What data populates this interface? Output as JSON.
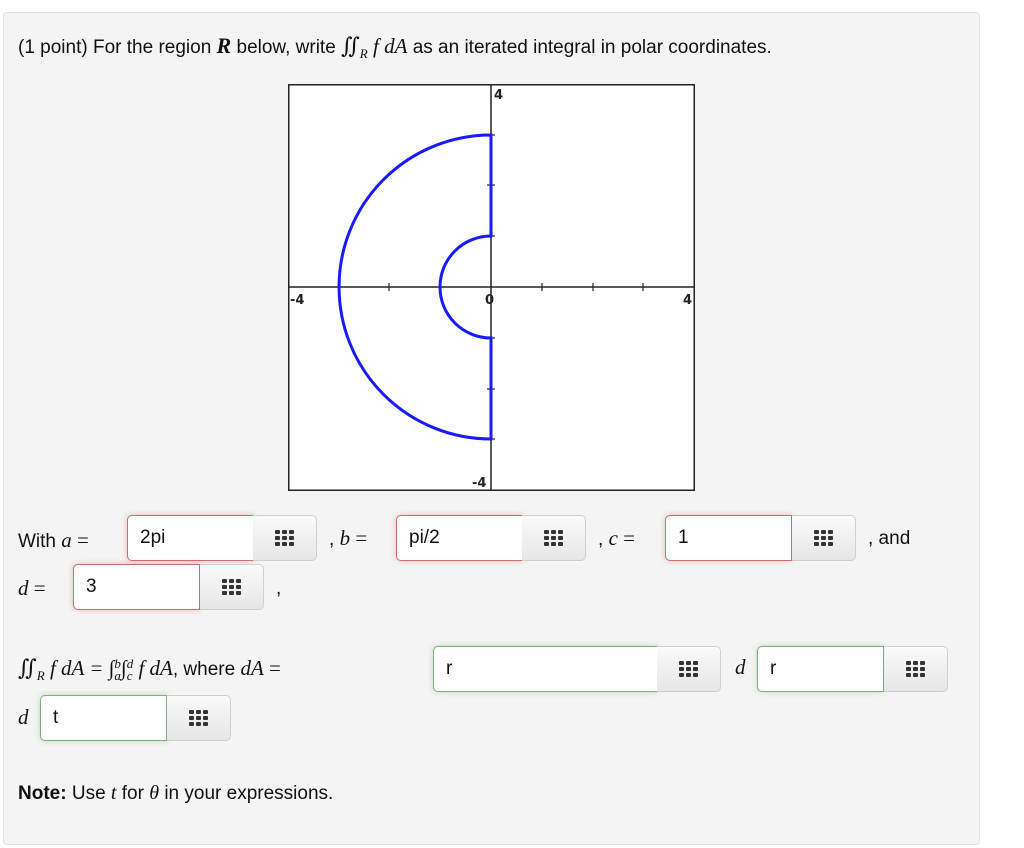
{
  "problem": {
    "prompt_prefix": "(1 point) For the region ",
    "prompt_region": "R",
    "prompt_mid": " below, write ",
    "prompt_integral": "∬",
    "prompt_integral_sub": "R",
    "prompt_integrand": " f dA",
    "prompt_suffix": " as an iterated integral in polar coordinates."
  },
  "graph": {
    "x_min_label": "-4",
    "x_max_label": "4",
    "y_max_label": "4",
    "y_min_label": "-4",
    "origin_label": "0",
    "region_color": "#1a1aff",
    "inner_radius": 1,
    "outer_radius": 3,
    "theta_start": "pi/2",
    "theta_end": "3pi/2"
  },
  "row1": {
    "with_label": "With ",
    "a_var": "a",
    "eq": " = ",
    "b_prefix": ", ",
    "b_var": "b",
    "c_prefix": ", ",
    "c_var": "c",
    "and_label": ", and"
  },
  "row2": {
    "d_var": "d",
    "eq": " = ",
    "comma": ","
  },
  "inputs": {
    "a": {
      "value": "2pi",
      "status": "incorrect"
    },
    "b": {
      "value": "pi/2",
      "status": "incorrect"
    },
    "c": {
      "value": "1",
      "status": "incorrect"
    },
    "d": {
      "value": "3",
      "status": "incorrect"
    },
    "dA_factor": {
      "value": "r",
      "status": "correct"
    },
    "first_diff": {
      "value": "r",
      "status": "correct"
    },
    "second_diff": {
      "value": "t",
      "status": "correct"
    }
  },
  "formula": {
    "lhs_integral": "∬",
    "lhs_sub": "R",
    "lhs_integrand": " f dA = ",
    "int_symbol": "∫",
    "lower1": "a",
    "upper1": "b",
    "lower2": "c",
    "upper2": "d",
    "rhs_integrand": " f dA",
    "where_text": ", where ",
    "dA_label": "dA",
    "eq": " = ",
    "d_label": "d"
  },
  "note": {
    "bold": "Note:",
    "text1": " Use ",
    "t_var": "t",
    "text2": " for ",
    "theta": "θ",
    "text3": " in your expressions."
  },
  "equation_editor_icon": "grid-icon"
}
